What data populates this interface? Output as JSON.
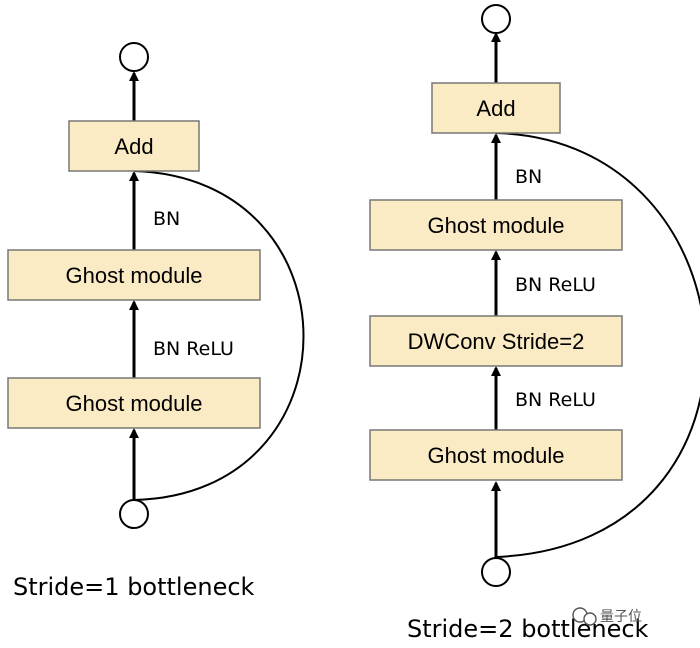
{
  "left_block": {
    "add_label": "Add",
    "ghost_top_label": "Ghost module",
    "ghost_bottom_label": "Ghost module",
    "edge_bn": "BN",
    "edge_bn_relu": "BN ReLU",
    "caption": "Stride=1 bottleneck"
  },
  "right_block": {
    "add_label": "Add",
    "ghost_top_label": "Ghost module",
    "dwconv_label": "DWConv Stride=2",
    "ghost_bottom_label": "Ghost module",
    "edge_bn": "BN",
    "edge_bn_relu_upper": "BN ReLU",
    "edge_bn_relu_lower": "BN ReLU",
    "caption": "Stride=2 bottleneck"
  },
  "watermark": {
    "text": "量子位",
    "icon": "wechat-icon"
  },
  "colors": {
    "box_fill": "#fbebc4",
    "box_stroke": "#777777",
    "line": "#000000"
  }
}
